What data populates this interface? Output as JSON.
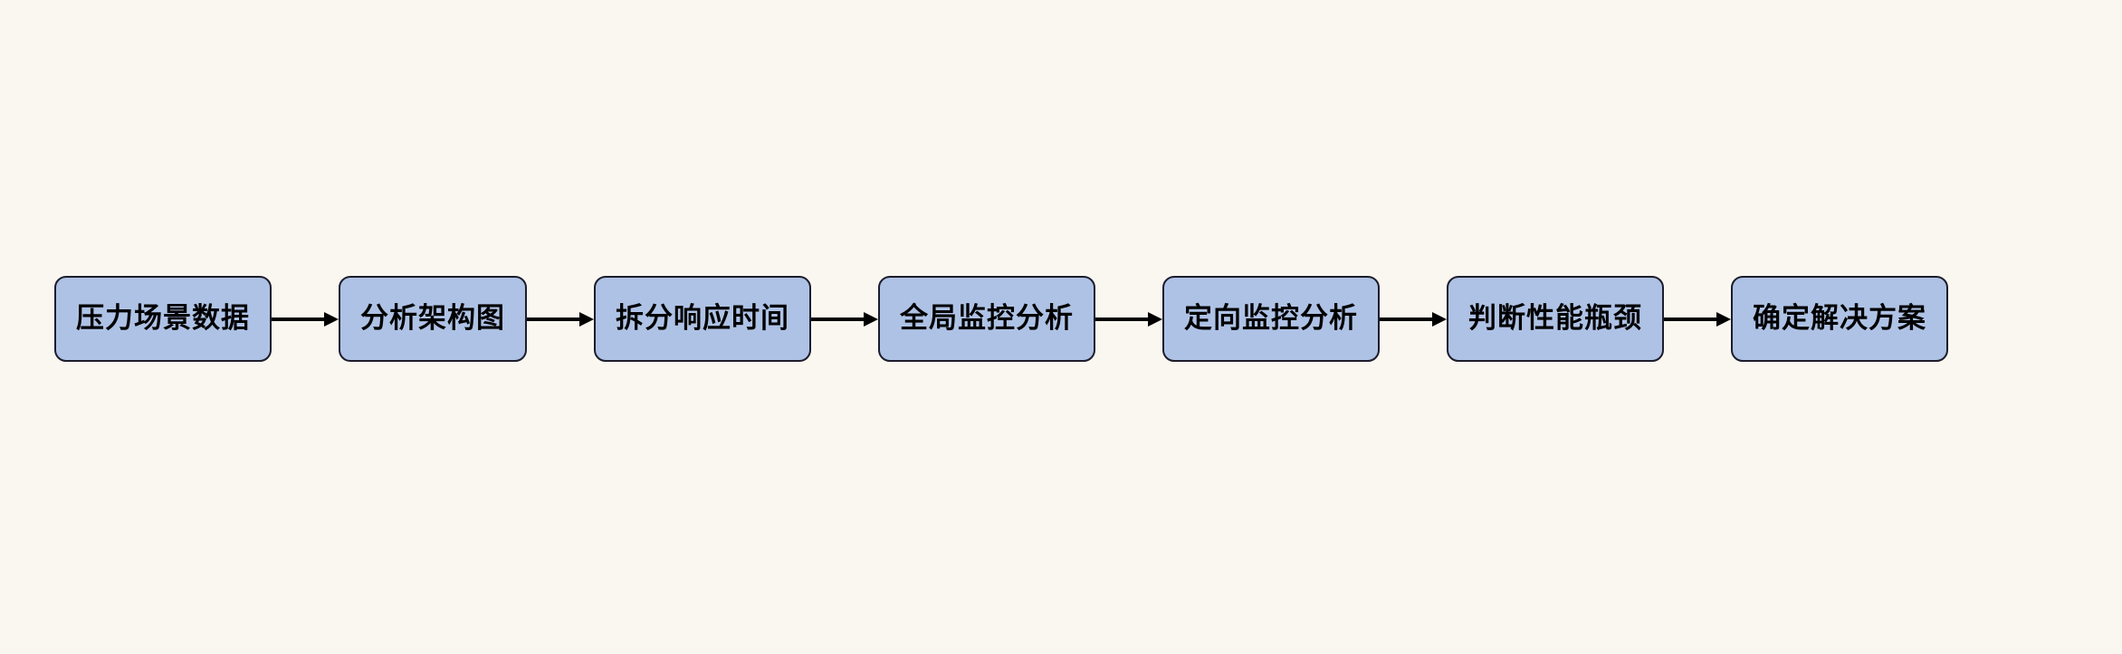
{
  "diagram": {
    "type": "flowchart",
    "orientation": "left-to-right",
    "title": "",
    "background_color": "#faf7f0",
    "node_fill_color": "#aec2e5",
    "node_border_color": "#1c1c2b",
    "text_color": "#000000",
    "arrow_color": "#000000",
    "nodes": [
      {
        "id": "n1",
        "label": "压力场景数据"
      },
      {
        "id": "n2",
        "label": "分析架构图"
      },
      {
        "id": "n3",
        "label": "拆分响应时间"
      },
      {
        "id": "n4",
        "label": "全局监控分析"
      },
      {
        "id": "n5",
        "label": "定向监控分析"
      },
      {
        "id": "n6",
        "label": "判断性能瓶颈"
      },
      {
        "id": "n7",
        "label": "确定解决方案"
      }
    ],
    "edges": [
      {
        "from": "n1",
        "to": "n2",
        "label": ""
      },
      {
        "from": "n2",
        "to": "n3",
        "label": ""
      },
      {
        "from": "n3",
        "to": "n4",
        "label": ""
      },
      {
        "from": "n4",
        "to": "n5",
        "label": ""
      },
      {
        "from": "n5",
        "to": "n6",
        "label": ""
      },
      {
        "from": "n6",
        "to": "n7",
        "label": ""
      }
    ]
  }
}
